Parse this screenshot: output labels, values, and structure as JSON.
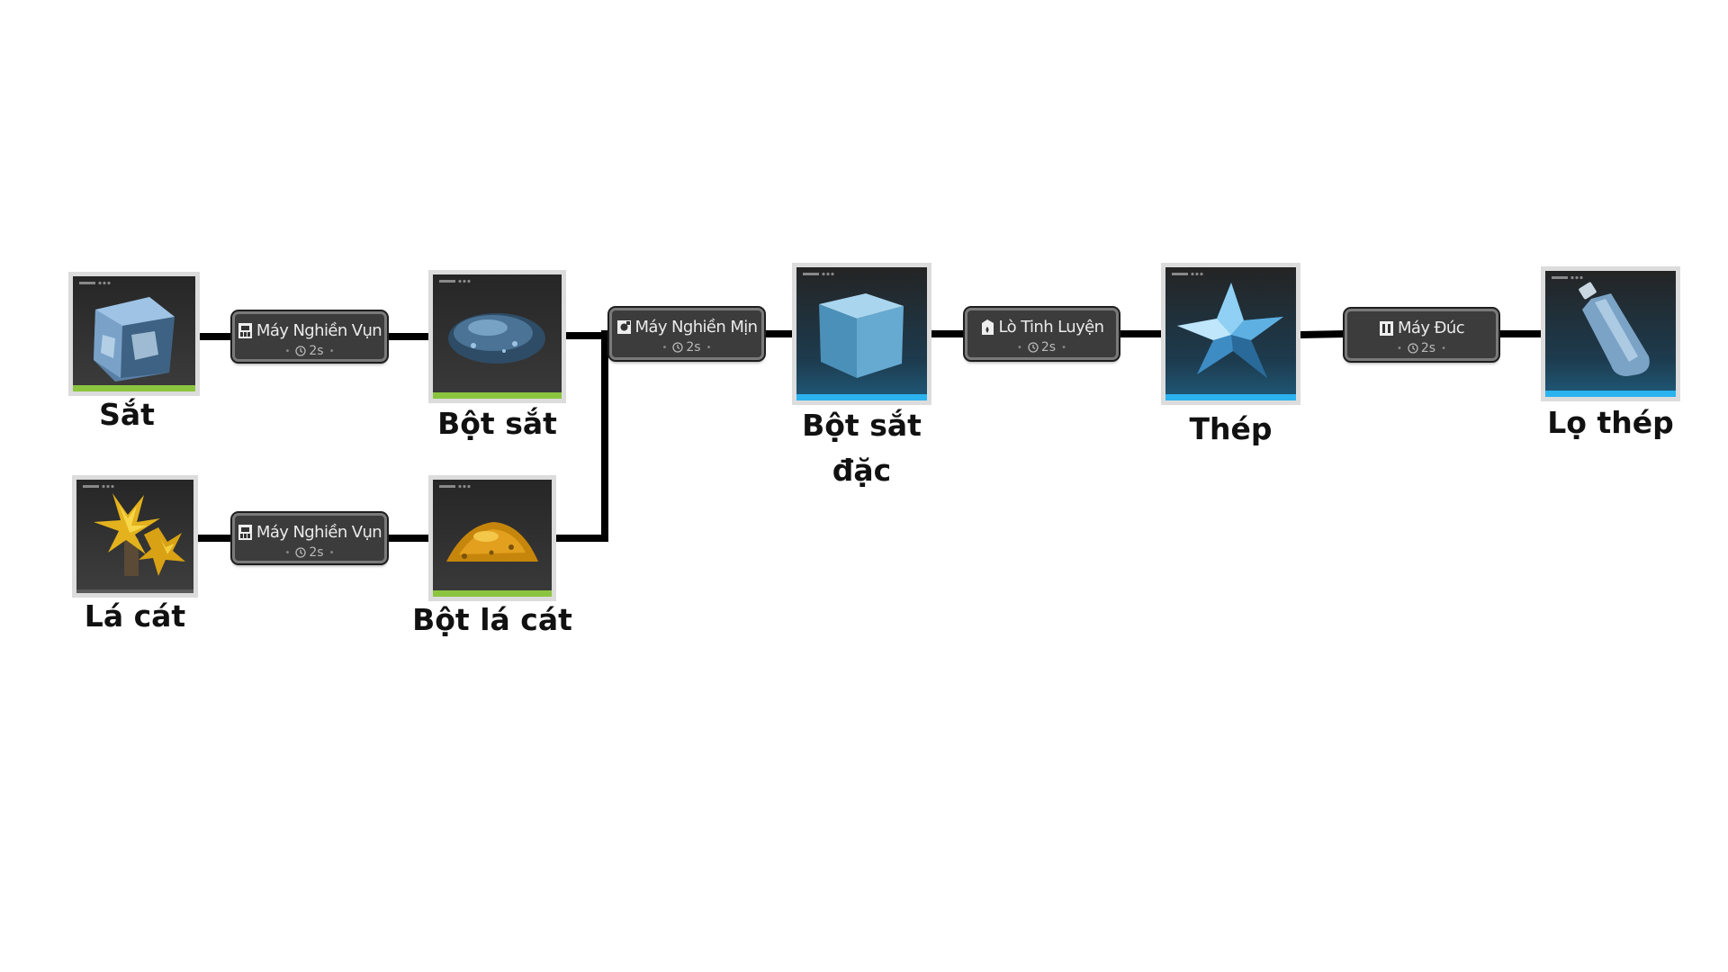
{
  "items": {
    "sat": {
      "label": "Sắt",
      "icon": "iron-ore-icon",
      "bar_color": "#8bc53f"
    },
    "bot_sat": {
      "label": "Bột sắt",
      "icon": "iron-powder-icon",
      "bar_color": "#8bc53f"
    },
    "la_cat": {
      "label": "Lá cát",
      "icon": "sandleaf-icon",
      "bar_color": "#8bc53f"
    },
    "bot_la_cat": {
      "label": "Bột lá cát",
      "icon": "sandleaf-powder-icon",
      "bar_color": "#8bc53f"
    },
    "bot_sat_dac": {
      "label_line1": "Bột sắt",
      "label_line2": "đặc",
      "icon": "dense-iron-cube-icon",
      "bar_color": "#2bb3ef"
    },
    "thep": {
      "label": "Thép",
      "icon": "steel-crystal-icon",
      "bar_color": "#2bb3ef"
    },
    "lo_thep": {
      "label": "Lọ thép",
      "icon": "steel-bottle-icon",
      "bar_color": "#2bb3ef"
    }
  },
  "machines": {
    "crusher_top": {
      "label": "Máy Nghiền Vụn",
      "time": "2s",
      "icon": "crusher-icon"
    },
    "crusher_bottom": {
      "label": "Máy Nghiền Vụn",
      "time": "2s",
      "icon": "crusher-icon"
    },
    "grinder": {
      "label": "Máy Nghiền Mịn",
      "time": "2s",
      "icon": "grinder-icon"
    },
    "refinery": {
      "label": "Lò Tinh Luyện",
      "time": "2s",
      "icon": "refinery-icon"
    },
    "mould": {
      "label": "Máy Đúc",
      "time": "2s",
      "icon": "mould-icon"
    }
  },
  "colors": {
    "connector": "#000000",
    "tile_bg": "#2b2b2b",
    "node_bg": "#3c3c3c"
  }
}
